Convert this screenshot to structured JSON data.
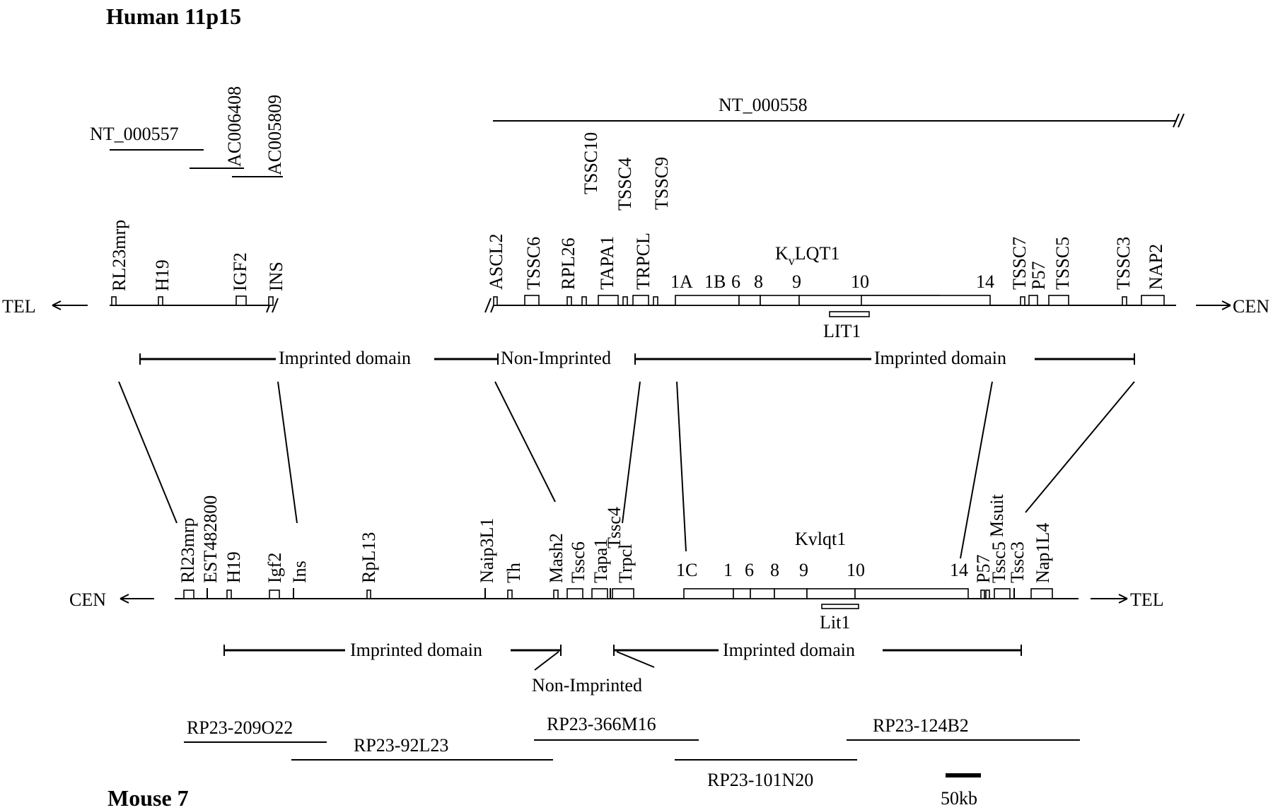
{
  "titles": {
    "human": "Human 11p15",
    "mouse": "Mouse 7"
  },
  "human": {
    "contigs": {
      "nt557": "NT_000557",
      "ac6408": "AC006408",
      "ac5809": "AC005809",
      "nt558": "NT_000558"
    },
    "tel": "TEL",
    "cen": "CEN",
    "genes": [
      "RL23mrp",
      "H19",
      "IGF2",
      "INS",
      "ASCL2",
      "TSSC6",
      "RPL26",
      "TSSC10",
      "TAPA1",
      "TSSC4",
      "TRPCL",
      "TSSC9",
      "TSSC7",
      "P57",
      "TSSC5",
      "TSSC3",
      "NAP2"
    ],
    "kvlqt1_main": "K",
    "kvlqt1_sub": "v",
    "kvlqt1_rest": "LQT1",
    "exons": [
      "1A",
      "1B",
      "6",
      "8",
      "9",
      "10",
      "14"
    ],
    "lit": "LIT1",
    "domains": {
      "imprinted_left": "Imprinted domain",
      "non_imprinted": "Non-Imprinted",
      "imprinted_right": "Imprinted domain"
    }
  },
  "mouse": {
    "cen": "CEN",
    "tel": "TEL",
    "genes": [
      "Rl23mrp",
      "EST482800",
      "H19",
      "Igf2",
      "Ins",
      "RpL13",
      "Naip3L1",
      "Th",
      "Mash2",
      "Tssc6",
      "Tapa1",
      "Tssc4",
      "Trpcl",
      "P57",
      "Msuit",
      "Tssc5",
      "Tssc3",
      "Nap1L4"
    ],
    "kvlqt1": "Kvlqt1",
    "exons": [
      "1C",
      "1",
      "6",
      "8",
      "9",
      "10",
      "14"
    ],
    "lit": "Lit1",
    "domains": {
      "imprinted_left": "Imprinted domain",
      "non_imprinted": "Non-Imprinted",
      "imprinted_right": "Imprinted domain"
    },
    "bacs": [
      "RP23-209O22",
      "RP23-92L23",
      "RP23-366M16",
      "RP23-101N20",
      "RP23-124B2"
    ]
  },
  "scale": "50kb"
}
